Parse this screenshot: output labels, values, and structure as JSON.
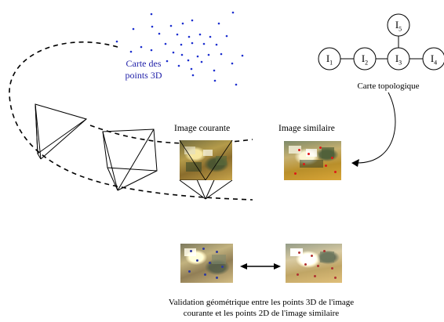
{
  "map3d_label": [
    "Carte des",
    "points 3D"
  ],
  "topo_map": {
    "nodes": [
      {
        "main": "I",
        "sub": "1"
      },
      {
        "main": "I",
        "sub": "2"
      },
      {
        "main": "I",
        "sub": "3"
      },
      {
        "main": "I",
        "sub": "4"
      },
      {
        "main": "I",
        "sub": "5"
      }
    ],
    "caption": "Carte topologique"
  },
  "current_image_label": "Image courante",
  "similar_image_label": "Image similaire",
  "validation_caption": [
    "Validation géométrique entre les points 3D de l'image",
    "courante et les points 2D de l'image similaire"
  ],
  "colors": {
    "point_blue": "#1d2fcf",
    "label_blue": "#1f1fa8",
    "point_red": "#e01818",
    "line": "#000000"
  }
}
